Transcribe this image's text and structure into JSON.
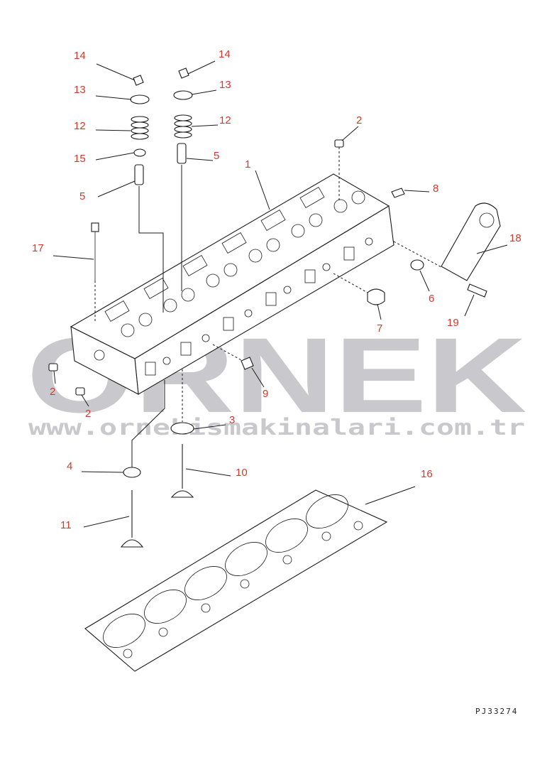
{
  "watermark": {
    "brand": "ORNEK",
    "url": "www.ornekismakinalari.com.tr"
  },
  "drawing_code": "PJ33274",
  "callouts": [
    {
      "id": "c14a",
      "label": "14"
    },
    {
      "id": "c14b",
      "label": "14"
    },
    {
      "id": "c13a",
      "label": "13"
    },
    {
      "id": "c13b",
      "label": "13"
    },
    {
      "id": "c12a",
      "label": "12"
    },
    {
      "id": "c12b",
      "label": "12"
    },
    {
      "id": "c15",
      "label": "15"
    },
    {
      "id": "c5a",
      "label": "5"
    },
    {
      "id": "c5b",
      "label": "5"
    },
    {
      "id": "c1",
      "label": "1"
    },
    {
      "id": "c2a",
      "label": "2"
    },
    {
      "id": "c8",
      "label": "8"
    },
    {
      "id": "c17",
      "label": "17"
    },
    {
      "id": "c18",
      "label": "18"
    },
    {
      "id": "c6",
      "label": "6"
    },
    {
      "id": "c19",
      "label": "19"
    },
    {
      "id": "c7",
      "label": "7"
    },
    {
      "id": "c2b",
      "label": "2"
    },
    {
      "id": "c2c",
      "label": "2"
    },
    {
      "id": "c9",
      "label": "9"
    },
    {
      "id": "c3",
      "label": "3"
    },
    {
      "id": "c4",
      "label": "4"
    },
    {
      "id": "c10",
      "label": "10"
    },
    {
      "id": "c16",
      "label": "16"
    },
    {
      "id": "c11",
      "label": "11"
    }
  ]
}
